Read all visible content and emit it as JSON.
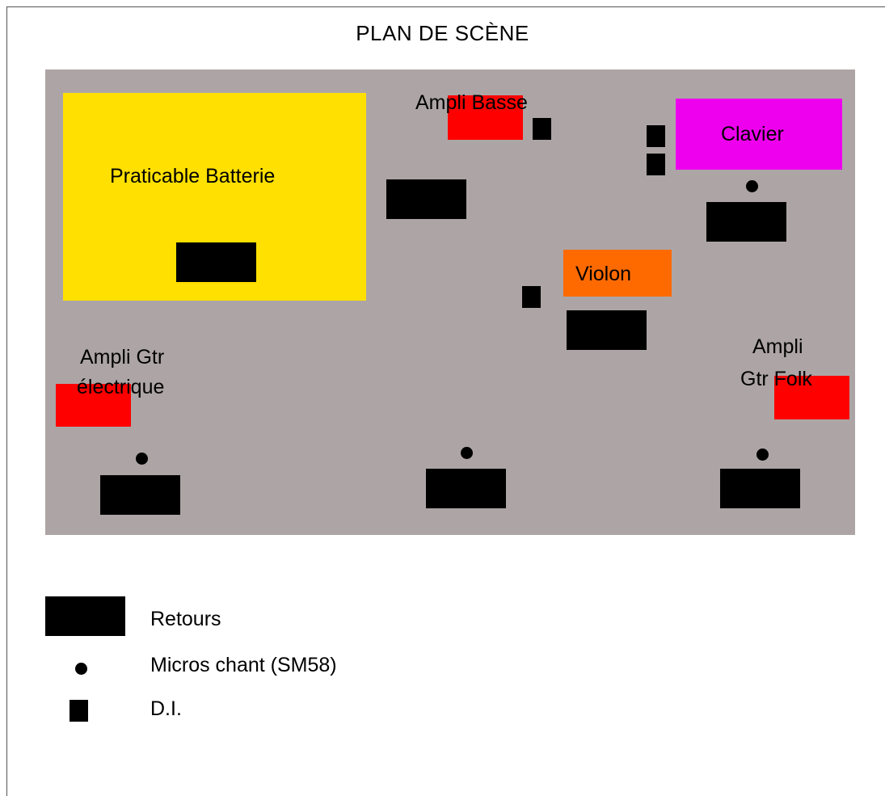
{
  "title": "PLAN DE SCÈNE",
  "stage": {
    "drum_riser": {
      "label": "Praticable Batterie",
      "color": "#ffe000"
    },
    "keyboard": {
      "label": "Clavier",
      "color": "#ee00ee"
    },
    "violin": {
      "label": "Violon",
      "color": "#ff6a00"
    },
    "bass_amp": {
      "label": "Ampli Basse",
      "color": "#ff0000"
    },
    "electric_guitar_amp": {
      "label_line1": "Ampli Gtr",
      "label_line2": "électrique",
      "color": "#ff0000"
    },
    "folk_guitar_amp": {
      "label_line1": "Ampli",
      "label_line2": "Gtr Folk",
      "color": "#ff0000"
    },
    "floor_color": "#ada5a5"
  },
  "legend": {
    "retours": "Retours",
    "micros": "Micros chant (SM58)",
    "di": "D.I."
  }
}
